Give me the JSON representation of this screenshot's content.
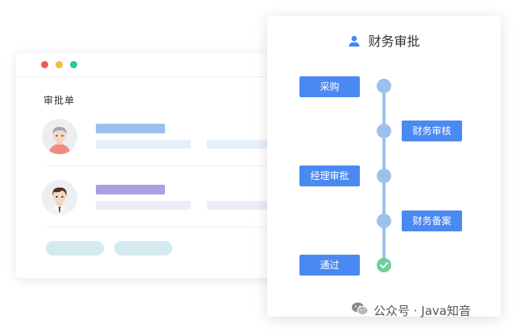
{
  "list": {
    "title": "审批单"
  },
  "workflow": {
    "title": "财务审批",
    "steps": [
      {
        "label": "采购",
        "side": "left",
        "status": "pending"
      },
      {
        "label": "财务审核",
        "side": "right",
        "status": "pending"
      },
      {
        "label": "经理审批",
        "side": "left",
        "status": "pending"
      },
      {
        "label": "财务备案",
        "side": "right",
        "status": "pending"
      },
      {
        "label": "通过",
        "side": "left",
        "status": "done"
      }
    ]
  },
  "watermark": {
    "text": "公众号 · Java知音"
  },
  "colors": {
    "step_button": "#4a89f2",
    "timeline": "#9ec1ec",
    "done_node": "#6fcf97",
    "window_dot_red": "#ec5a57",
    "window_dot_yellow": "#f3be3e",
    "window_dot_green": "#2fc29f"
  }
}
